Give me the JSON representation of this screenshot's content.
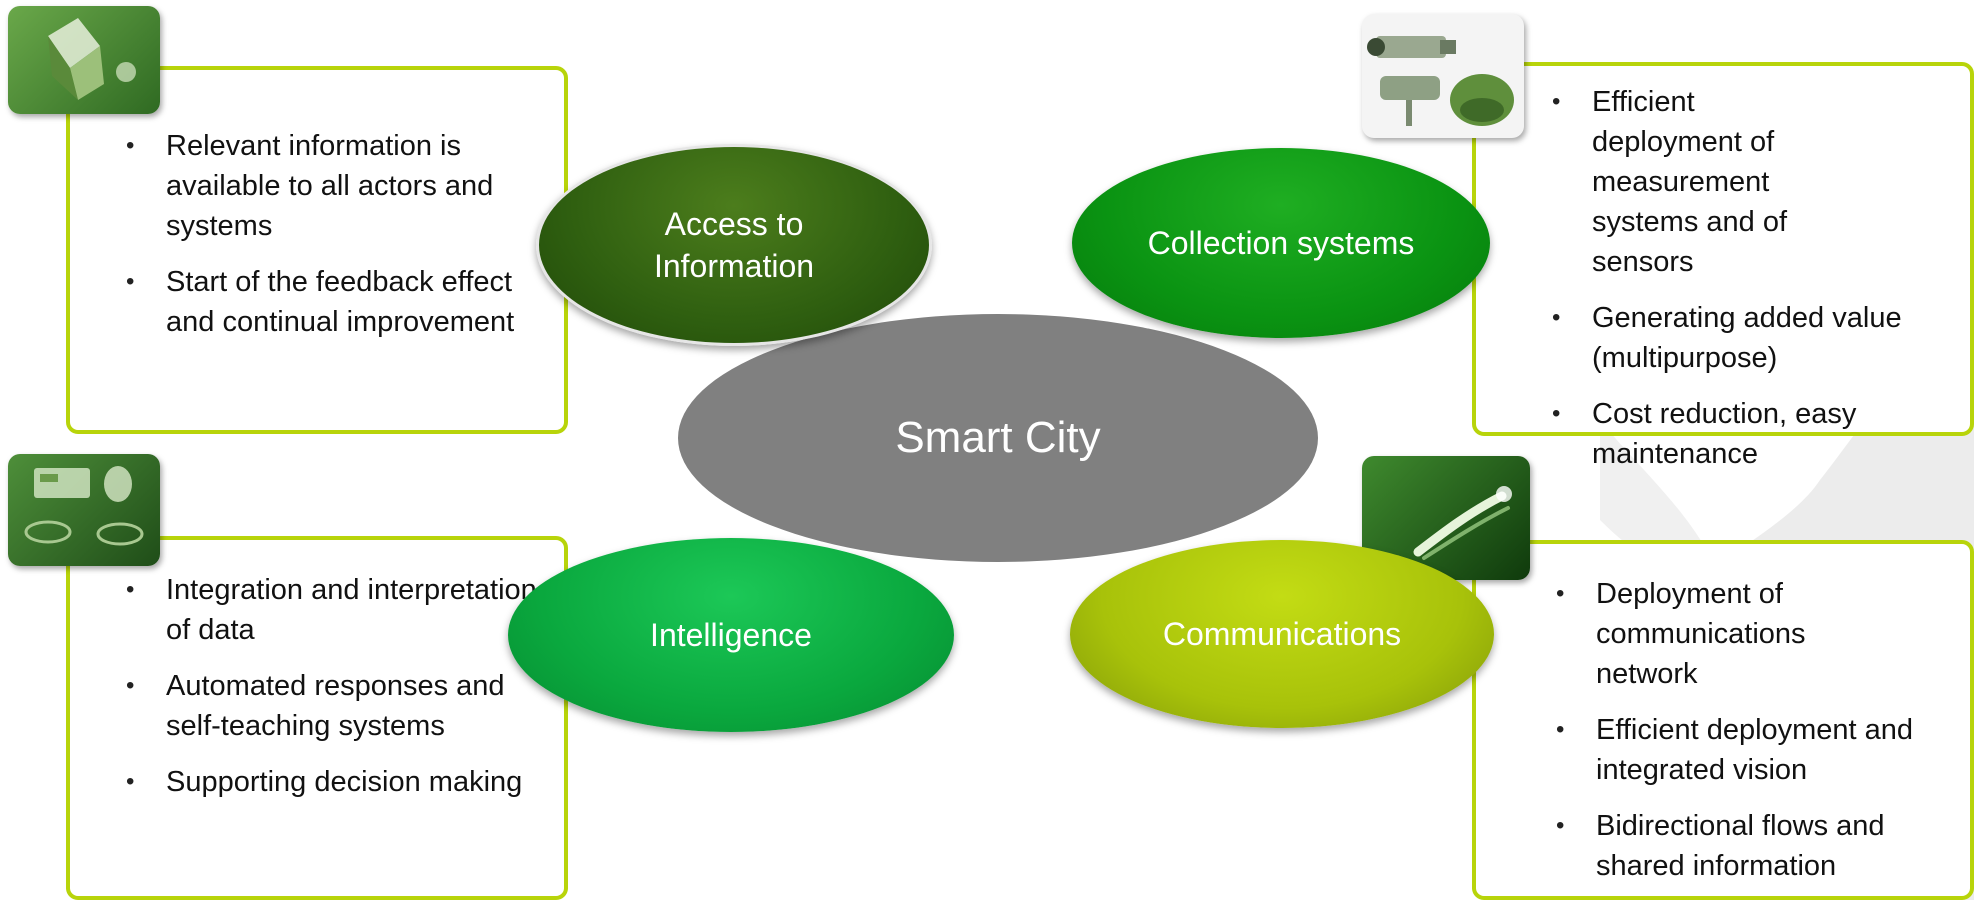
{
  "center": {
    "label": "Smart City"
  },
  "nodes": {
    "access": {
      "label": "Access to Information"
    },
    "collection": {
      "label": "Collection systems"
    },
    "intelligence": {
      "label": "Intelligence"
    },
    "communications": {
      "label": "Communications"
    }
  },
  "panels": {
    "top_left": {
      "icon": "cube-box-icon",
      "bullets": [
        "Relevant information is available to all actors and systems",
        "Start of the feedback effect and continual improvement"
      ]
    },
    "top_right": {
      "icon": "security-camera-icon",
      "bullets": [
        "Efficient deployment of measurement systems and of sensors",
        "Generating added value (multipurpose)",
        "Cost reduction, easy maintenance"
      ]
    },
    "bottom_left": {
      "icon": "control-panel-icon",
      "bullets": [
        "Integration and interpretation of data",
        "Automated responses and self-teaching systems",
        "Supporting decision making"
      ]
    },
    "bottom_right": {
      "icon": "signal-burst-icon",
      "bullets": [
        "Deployment of communications network",
        "Efficient deployment and integrated vision",
        "Bidirectional flows and shared information"
      ]
    }
  },
  "colors": {
    "panel_border": "#b8d40a",
    "center": "#808080",
    "access": "#2f5f10",
    "collection": "#0a9312",
    "intelligence": "#0aa83e",
    "communications": "#a8c20a"
  }
}
